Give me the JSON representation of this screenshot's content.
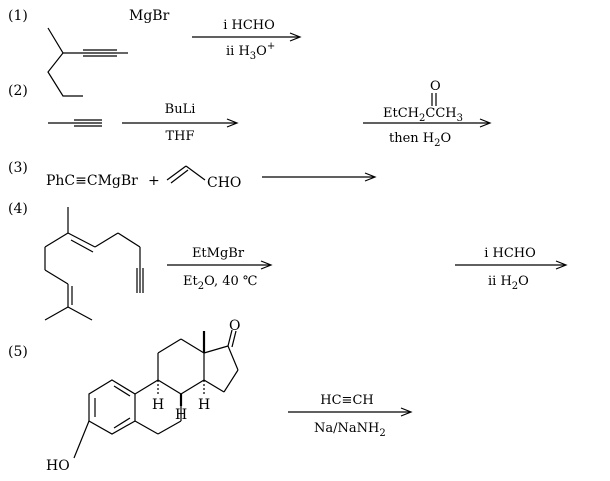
{
  "problems": [
    {
      "label": "(1)",
      "substituent": "MgBr",
      "reagent_top": "i HCHO",
      "reagent_bottom": "ii H",
      "reagent_bottom_sub": "3",
      "reagent_bottom_rest": "O",
      "reagent_bottom_sup": "+"
    },
    {
      "label": "(2)",
      "reagent1_top": "BuLi",
      "reagent1_bottom": "THF",
      "reagent2_top_a": "EtCH",
      "reagent2_top_sub1": "2",
      "reagent2_top_b": "CCH",
      "reagent2_top_sub2": "3",
      "carbonyl_o": "O",
      "reagent2_bottom_a": "then H",
      "reagent2_bottom_sub": "2",
      "reagent2_bottom_b": "O"
    },
    {
      "label": "(3)",
      "reactant1": "PhC≡CMgBr",
      "plus": "+",
      "aldehyde_group": "CHO"
    },
    {
      "label": "(4)",
      "reagent1_top": "EtMgBr",
      "reagent1_bottom_a": "Et",
      "reagent1_bottom_sub": "2",
      "reagent1_bottom_b": "O, 40 ℃",
      "reagent2_top": "i HCHO",
      "reagent2_bottom_a": "ii H",
      "reagent2_bottom_sub": "2",
      "reagent2_bottom_b": "O"
    },
    {
      "label": "(5)",
      "ketone_o": "O",
      "ho_group": "HO",
      "stereo_h": "H",
      "reagent_top": "HC≡CH",
      "reagent_bottom_a": "Na/NaNH",
      "reagent_bottom_sub": "2"
    }
  ]
}
